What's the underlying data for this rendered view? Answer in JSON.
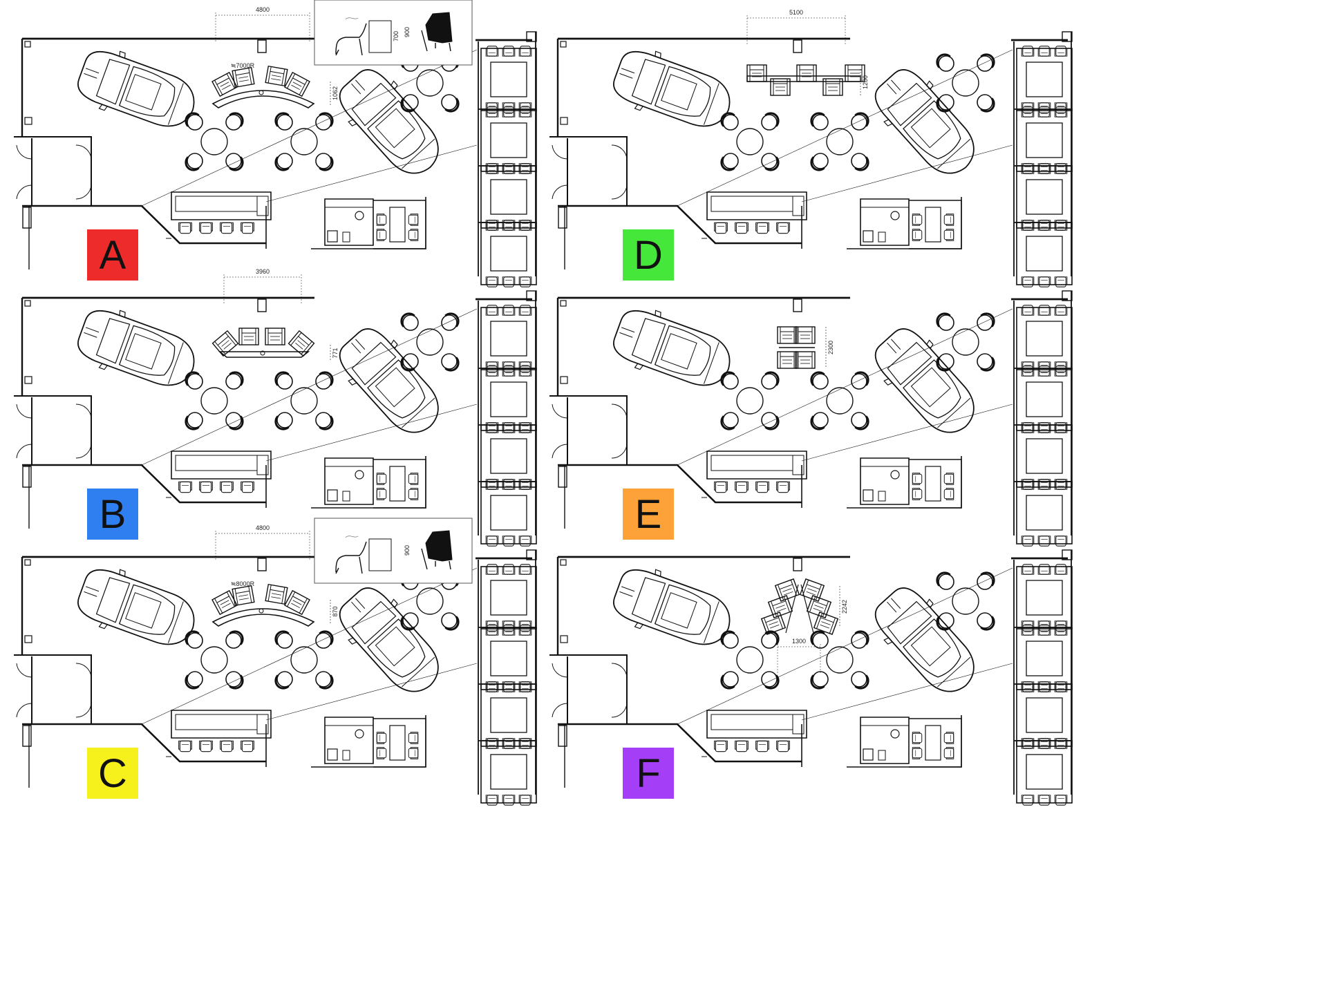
{
  "panels": [
    {
      "id": "A",
      "label": "A",
      "color": "#ee2b2b",
      "layout": "arc-seats",
      "dims": {
        "width": "4800",
        "depth": "1062",
        "radius": "≒7000R"
      },
      "inset": {
        "h1": "700",
        "h2": "900"
      }
    },
    {
      "id": "B",
      "label": "B",
      "color": "#2f7ff0",
      "layout": "trapezoid-seats",
      "dims": {
        "width": "3960",
        "depth": "771"
      }
    },
    {
      "id": "C",
      "label": "C",
      "color": "#f6f01d",
      "layout": "arc-seats",
      "dims": {
        "width": "4800",
        "depth": "870",
        "radius": "≒8000R"
      },
      "inset": {
        "h2": "900"
      }
    },
    {
      "id": "D",
      "label": "D",
      "color": "#45e83a",
      "layout": "staggered-seats",
      "dims": {
        "width": "5100",
        "depth": "1200"
      }
    },
    {
      "id": "E",
      "label": "E",
      "color": "#fca238",
      "layout": "double-row-seats",
      "dims": {
        "depth": "2300"
      }
    },
    {
      "id": "F",
      "label": "F",
      "color": "#a43ef7",
      "layout": "v-seats",
      "dims": {
        "depth": "2242",
        "width": "1300"
      }
    }
  ]
}
